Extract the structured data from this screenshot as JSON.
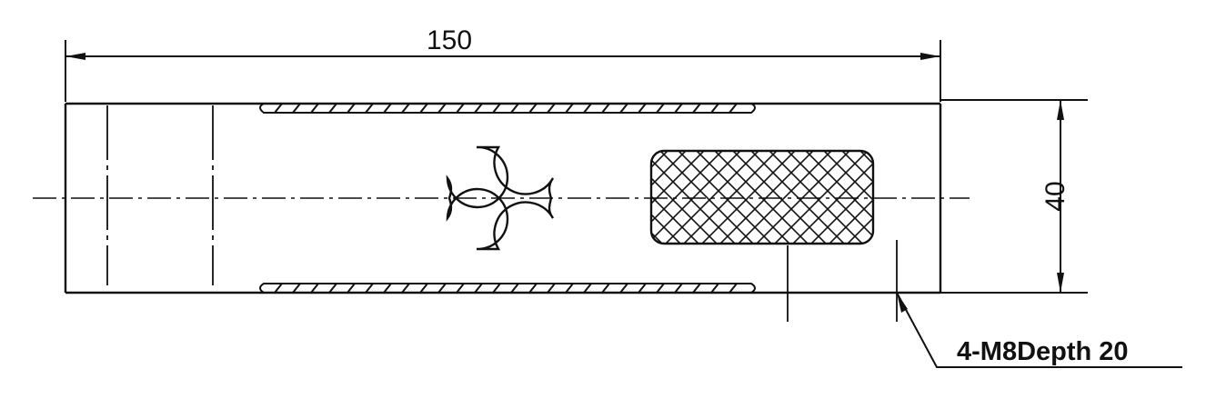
{
  "dimensions": {
    "length_label": "150",
    "height_label": "40"
  },
  "note": {
    "hole_label": "4-M8Depth 20"
  },
  "colors": {
    "line": "#111111",
    "background": "#ffffff"
  }
}
